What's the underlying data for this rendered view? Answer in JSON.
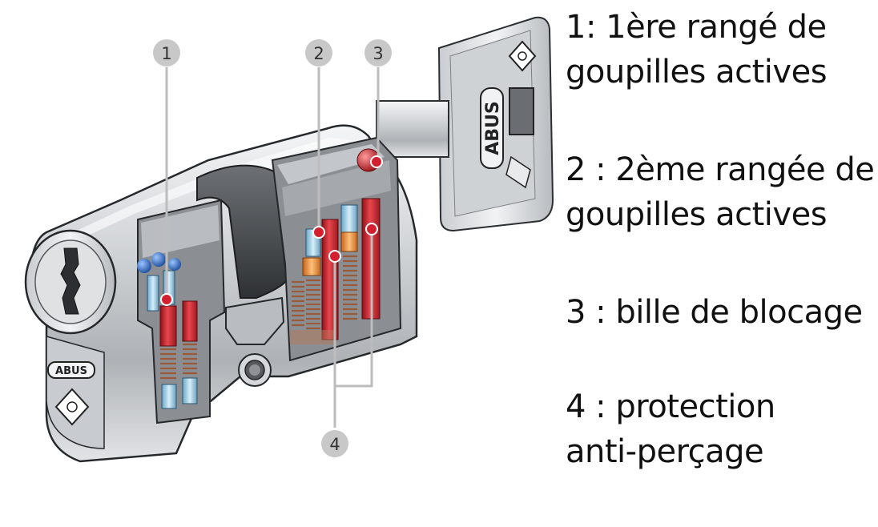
{
  "legend": {
    "items": [
      {
        "number": "1",
        "text": "1: 1ère rangé de\ngoupilles actives"
      },
      {
        "number": "2",
        "text": "2 : 2ème rangée de\ngoupilles actives"
      },
      {
        "number": "3",
        "text": "3 : bille de blocage"
      },
      {
        "number": "4",
        "text": "4 : protection\nanti-perçage"
      }
    ]
  },
  "diagram": {
    "brand_logo": "ABUS",
    "callouts": [
      "1",
      "2",
      "3",
      "4"
    ]
  },
  "colors": {
    "metal_light": "#e6e8ea",
    "metal_mid": "#b5b8bb",
    "metal_dark": "#5f6367",
    "pin_red": "#d9262f",
    "pin_light_blue": "#a9d6ec",
    "pin_orange": "#f08c2a",
    "ball_blue": "#2b66c2",
    "leader_gray": "#bfbfbf",
    "callout_gray": "#c8c8c8",
    "marker_red": "#d22030"
  }
}
